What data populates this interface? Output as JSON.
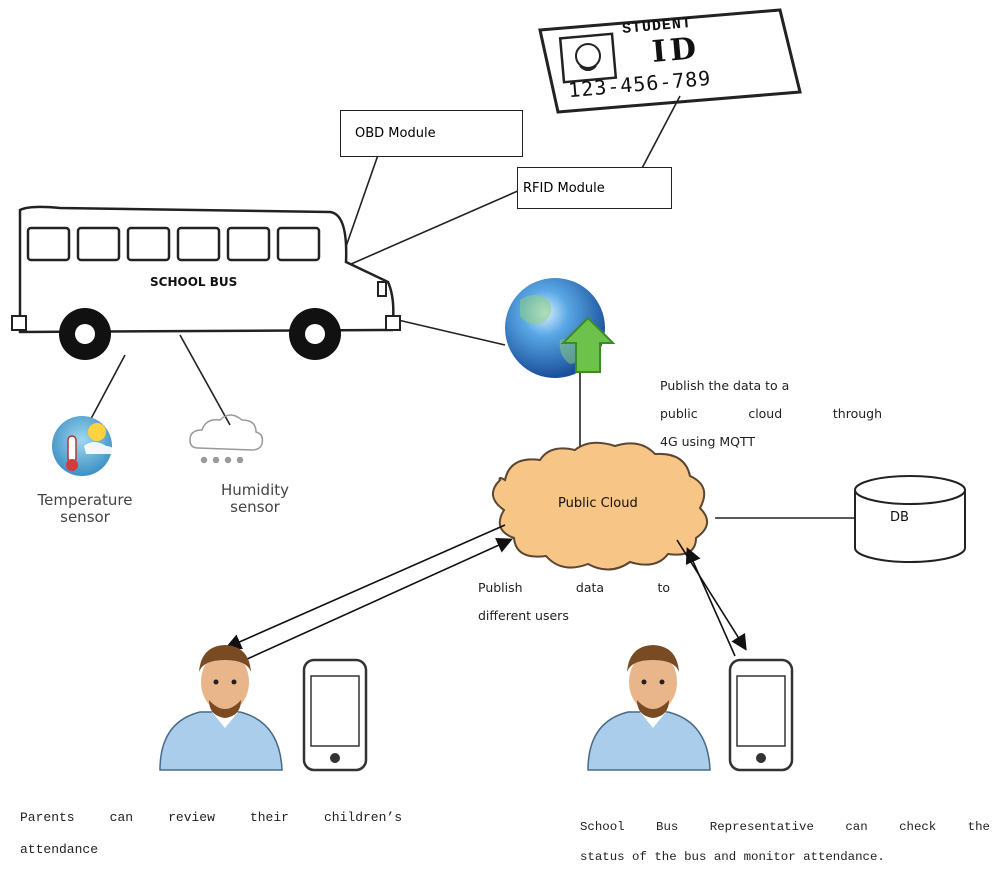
{
  "student_id_card": {
    "title": "STUDENT",
    "id_label": "ID",
    "number": "123-456-789"
  },
  "obd_module": {
    "label": "OBD Module"
  },
  "rfid_module": {
    "label": "RFID Module"
  },
  "bus": {
    "label": "SCHOOL BUS"
  },
  "sensors": {
    "temperature": {
      "line1": "Temperature",
      "line2": "sensor"
    },
    "humidity": {
      "line1": "Humidity",
      "line2": "sensor"
    }
  },
  "publish_note": {
    "line1": "Publish the data to a",
    "line2": "public cloud through",
    "line3": "4G using MQTT"
  },
  "public_cloud": {
    "label": "Public Cloud"
  },
  "database": {
    "label": "DB"
  },
  "publish_users": {
    "line1": "Publish data to",
    "line2": "different users"
  },
  "parents_caption": {
    "line1": "Parents can review their children’s",
    "line2": "attendance"
  },
  "rep_caption": {
    "line1": "School Bus Representative can check the",
    "line2": "status of the bus and monitor attendance."
  },
  "colors": {
    "cloud_fill": "#f7c586",
    "globe": "#2f7fc8",
    "arrow_green": "#6cc24a",
    "shirt": "#a9cdea",
    "hair": "#7a4a22",
    "skin": "#e9b68c"
  }
}
